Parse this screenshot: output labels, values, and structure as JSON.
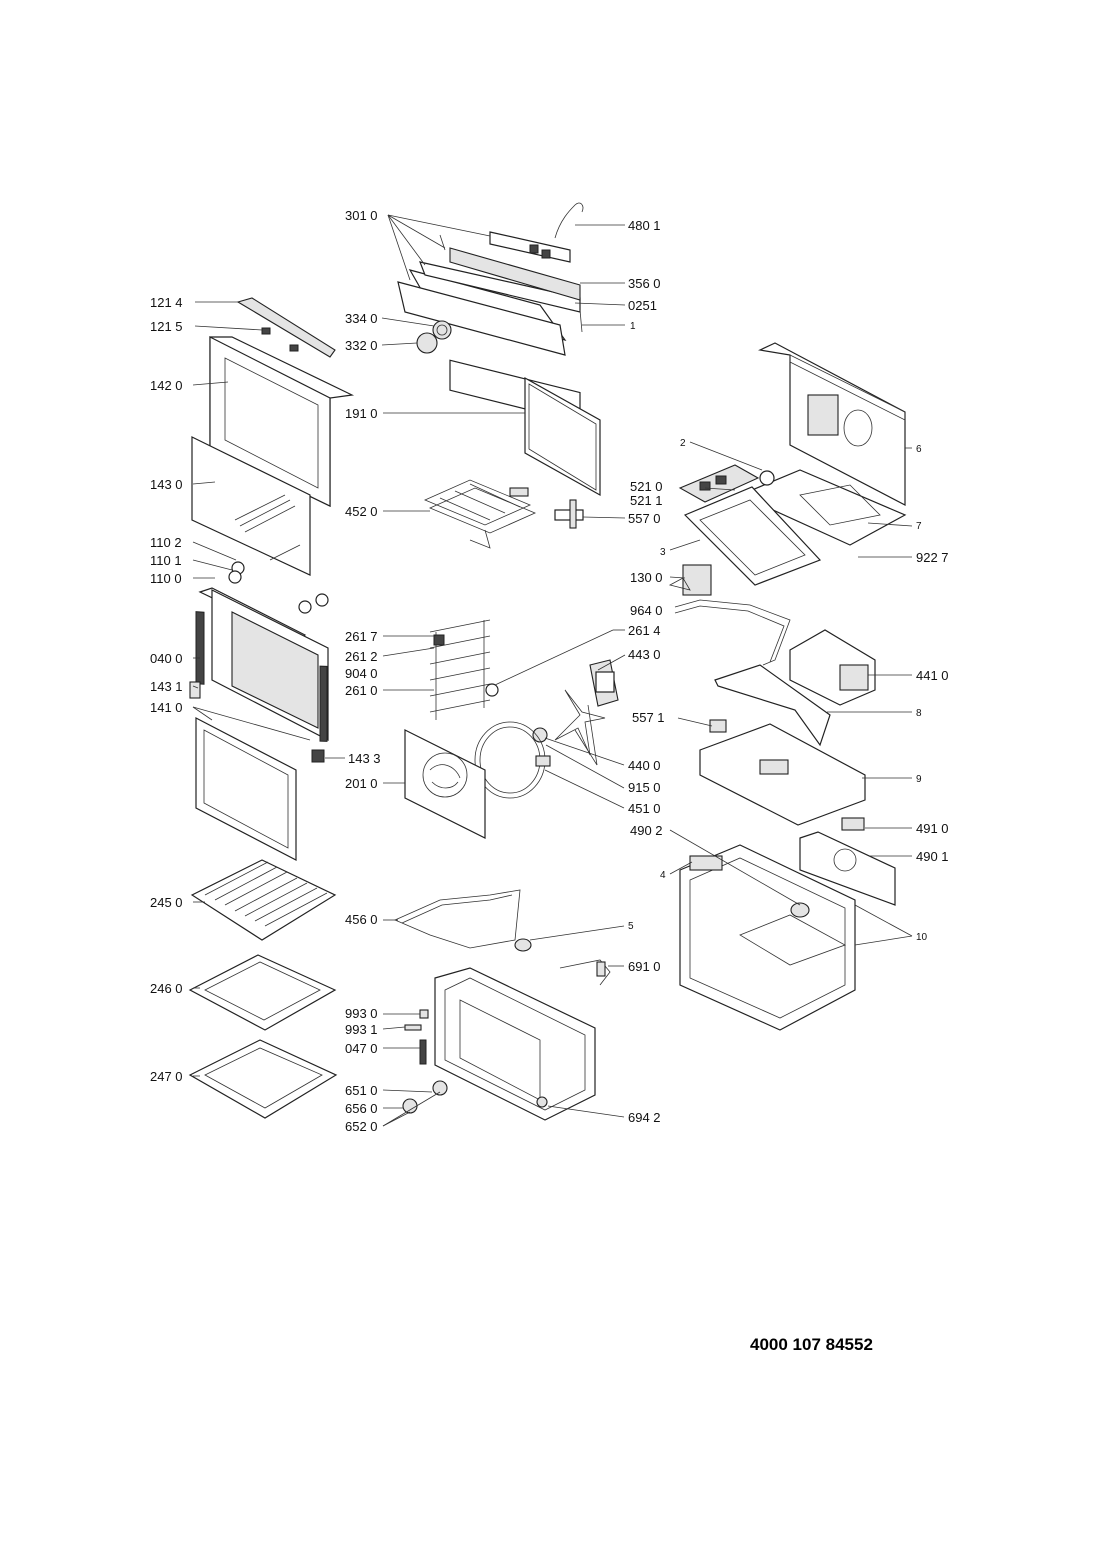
{
  "document_number": "4000 107 84552",
  "callouts": {
    "c3010": "301 0",
    "c4801": "480 1",
    "c3560": "356 0",
    "c0251": "0251",
    "c1": "1",
    "c1214": "121 4",
    "c1215": "121 5",
    "c3340": "334 0",
    "c3320": "332 0",
    "c1420": "142 0",
    "c1910": "191 0",
    "c1430": "143 0",
    "c4520": "452 0",
    "c5570": "557 0",
    "c1102": "110 2",
    "c1101": "110 1",
    "c1100": "110 0",
    "c2": "2",
    "c6": "6",
    "c5210": "521 0",
    "c5211": "521 1",
    "c7": "7",
    "c3": "3",
    "c9227": "922 7",
    "c1300": "130 0",
    "c9640": "964 0",
    "c2617": "261 7",
    "c2614": "261 4",
    "c2612": "261 2",
    "c9040": "904 0",
    "c2610": "261 0",
    "c0400": "040 0",
    "c1431": "143 1",
    "c4430": "443 0",
    "c4410": "441 0",
    "c1410": "141 0",
    "c8": "8",
    "c5571": "557 1",
    "c1433": "143 3",
    "c4400": "440 0",
    "c9150": "915 0",
    "c2010": "201 0",
    "c4510": "451 0",
    "c9": "9",
    "c4910": "491 0",
    "c4902": "490 2",
    "c4901": "490 1",
    "c4": "4",
    "c2450": "245 0",
    "c4560": "456 0",
    "c5": "5",
    "c10": "10",
    "c6910": "691 0",
    "c2460": "246 0",
    "c9930": "993 0",
    "c9931": "993 1",
    "c0470": "047 0",
    "c2470": "247 0",
    "c6510": "651 0",
    "c6560": "656 0",
    "c6520": "652 0",
    "c6942": "694 2"
  }
}
